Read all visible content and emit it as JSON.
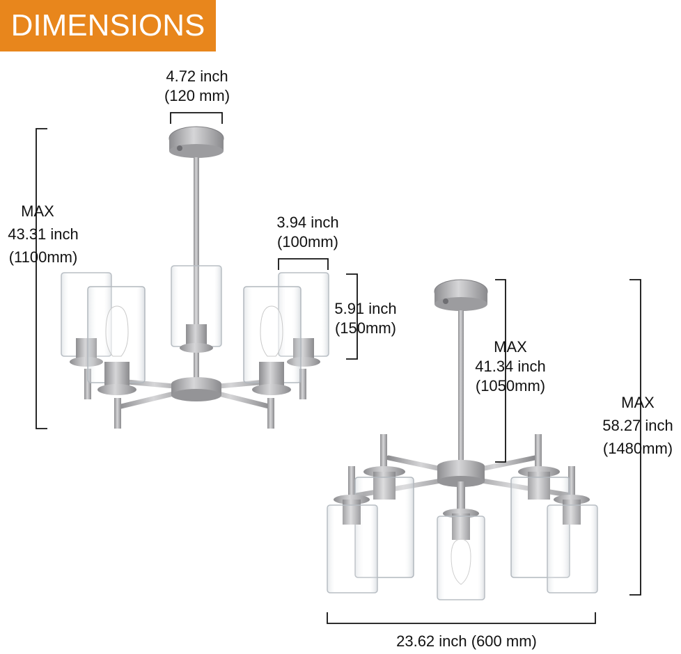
{
  "header": {
    "title": "DIMENSIONS"
  },
  "colors": {
    "badge": "#e8861c",
    "metal": "#a8a8ab",
    "glass": "#d9dee2",
    "line": "#111111"
  },
  "dimensions": {
    "canopy": {
      "imperial": "4.72 inch",
      "metric": "(120 mm)"
    },
    "shade_width": {
      "imperial": "3.94 inch",
      "metric": "(100mm)"
    },
    "shade_height": {
      "imperial": "5.91 inch",
      "metric": "(150mm)"
    },
    "max_height_left": {
      "prefix": "MAX",
      "imperial": "43.31 inch",
      "metric": "(1100mm)"
    },
    "max_drop_right": {
      "prefix": "MAX",
      "imperial": "41.34 inch",
      "metric": "(1050mm)"
    },
    "max_height_right": {
      "prefix": "MAX",
      "imperial": "58.27 inch",
      "metric": "(1480mm)"
    },
    "overall_width": {
      "text": "23.62 inch (600 mm)"
    }
  },
  "figures": {
    "upright": {
      "name": "chandelier-upright-view"
    },
    "downlight": {
      "name": "chandelier-downlight-view"
    }
  }
}
